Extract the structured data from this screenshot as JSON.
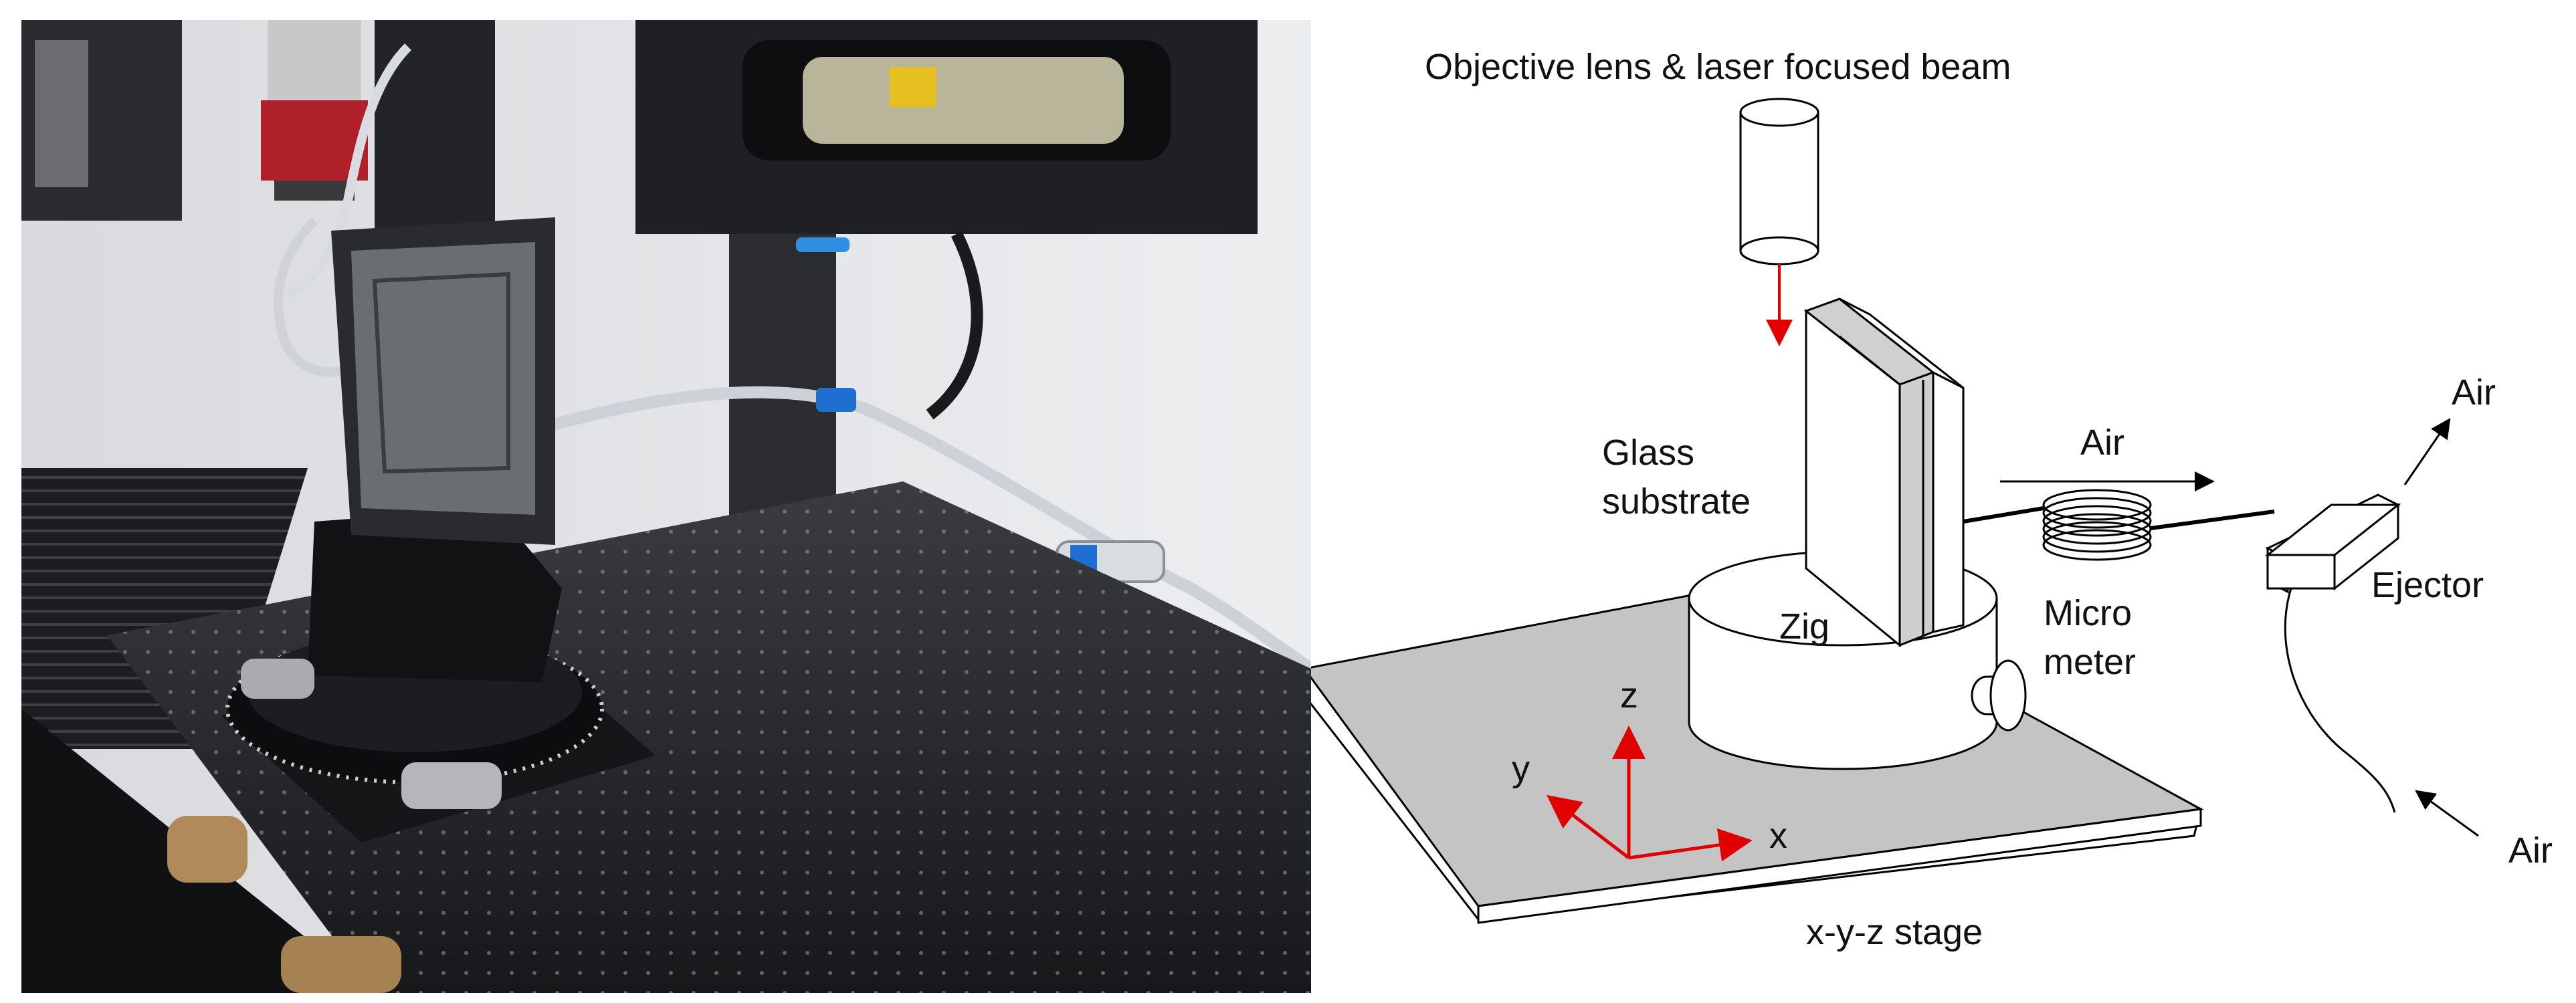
{
  "photo": {
    "subject": "experimental setup photograph: vertical glass substrate holder on rotation stage over optical breadboard"
  },
  "diagram": {
    "labels": {
      "objective": "Objective lens & laser focused beam",
      "glass_line1": "Glass",
      "glass_line2": "substrate",
      "zig": "Zig",
      "micro_line1": "Micro",
      "micro_line2": "meter",
      "air_middle": "Air",
      "air_top_right": "Air",
      "air_bottom_right": "Air",
      "ejector": "Ejector",
      "stage": "x-y-z stage",
      "axis_x": "x",
      "axis_y": "y",
      "axis_z": "z"
    },
    "colors": {
      "beam": "#e00000",
      "axes": "#e00000",
      "stage_top": "#c4c4c4",
      "outline": "#000000"
    }
  }
}
